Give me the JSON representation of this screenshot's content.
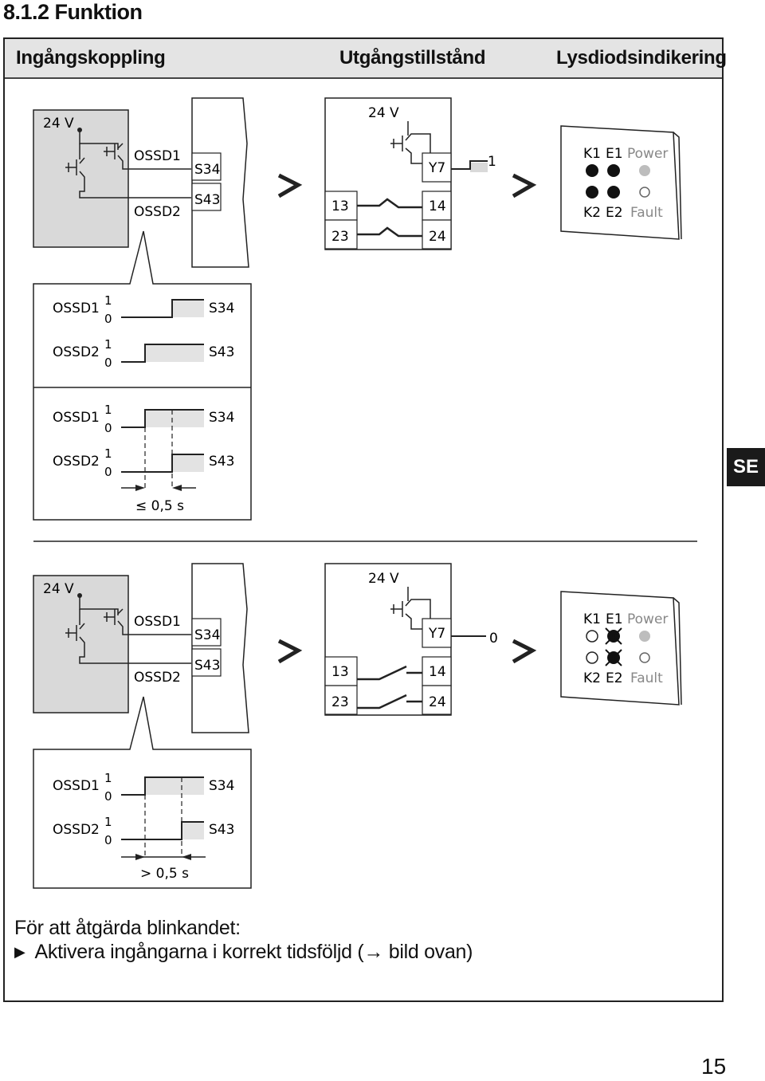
{
  "section": {
    "title": "8.1.2 Funktion"
  },
  "table_header": {
    "col1": "Ingångskoppling",
    "col2": "Utgångstillstånd",
    "col3": "Lysdiodsindikering"
  },
  "side_tab": "SE",
  "diagram_labels": {
    "supply": "24 V",
    "ossd1": "OSSD1",
    "ossd2": "OSSD2",
    "s34": "S34",
    "s43": "S43",
    "y7": "Y7",
    "t13": "13",
    "t14": "14",
    "t23": "23",
    "t24": "24",
    "level_high": "1",
    "level_low": "0",
    "k1": "K1",
    "e1": "E1",
    "power": "Power",
    "k2": "K2",
    "e2": "E2",
    "fault": "Fault"
  },
  "top_case": {
    "y7_state": "1",
    "timing": "≤ 0,5 s"
  },
  "bottom_case": {
    "y7_state": "0",
    "timing": "> 0,5 s"
  },
  "note": {
    "line1": "För att åtgärda blinkandet:",
    "bullet": "▶",
    "line2": "Aktivera ingångarna i korrekt tidsföljd (→ bild ovan)"
  },
  "page_number": "15",
  "colors": {
    "panel_gray": "#d9d9d9",
    "led_gray": "#bdbdbd",
    "header_gray": "#e4e4e4",
    "tab_black": "#1a1a1a"
  }
}
